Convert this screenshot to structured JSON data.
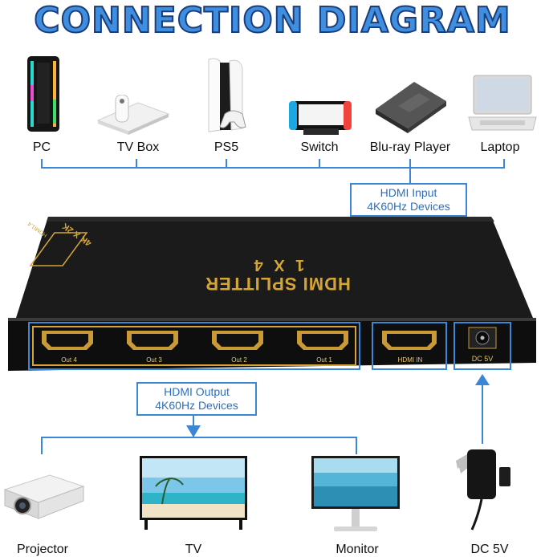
{
  "title": "CONNECTION DIAGRAM",
  "sources": [
    {
      "label": "PC",
      "icon": "pc-tower-icon"
    },
    {
      "label": "TV Box",
      "icon": "tv-box-icon"
    },
    {
      "label": "PS5",
      "icon": "ps5-console-icon"
    },
    {
      "label": "Switch",
      "icon": "switch-console-icon"
    },
    {
      "label": "Blu-ray Player",
      "icon": "bluray-player-icon"
    },
    {
      "label": "Laptop",
      "icon": "laptop-icon"
    }
  ],
  "input_callout": {
    "line1": "HDMI Input",
    "line2": "4K60Hz Devices"
  },
  "output_callout": {
    "line1": "HDMI Output",
    "line2": "4K60Hz Devices"
  },
  "splitter": {
    "title": "HDMI SPLITTER",
    "subtitle": "1 X 4",
    "badge": "4K X 2K",
    "badge2": "HDMI1.4",
    "ports": [
      "Out 4",
      "Out 3",
      "Out 2",
      "Out 1"
    ],
    "input_port": "HDMI IN",
    "power_port": "DC 5V"
  },
  "displays": [
    {
      "label": "Projector",
      "icon": "projector-icon"
    },
    {
      "label": "TV",
      "icon": "tv-icon"
    },
    {
      "label": "Monitor",
      "icon": "monitor-icon"
    }
  ],
  "power": {
    "label": "DC 5V",
    "icon": "power-adapter-icon"
  },
  "colors": {
    "accent": "#3c86d6",
    "title": "#3f8fe0",
    "device": "#141414",
    "gold": "#d4a437"
  }
}
